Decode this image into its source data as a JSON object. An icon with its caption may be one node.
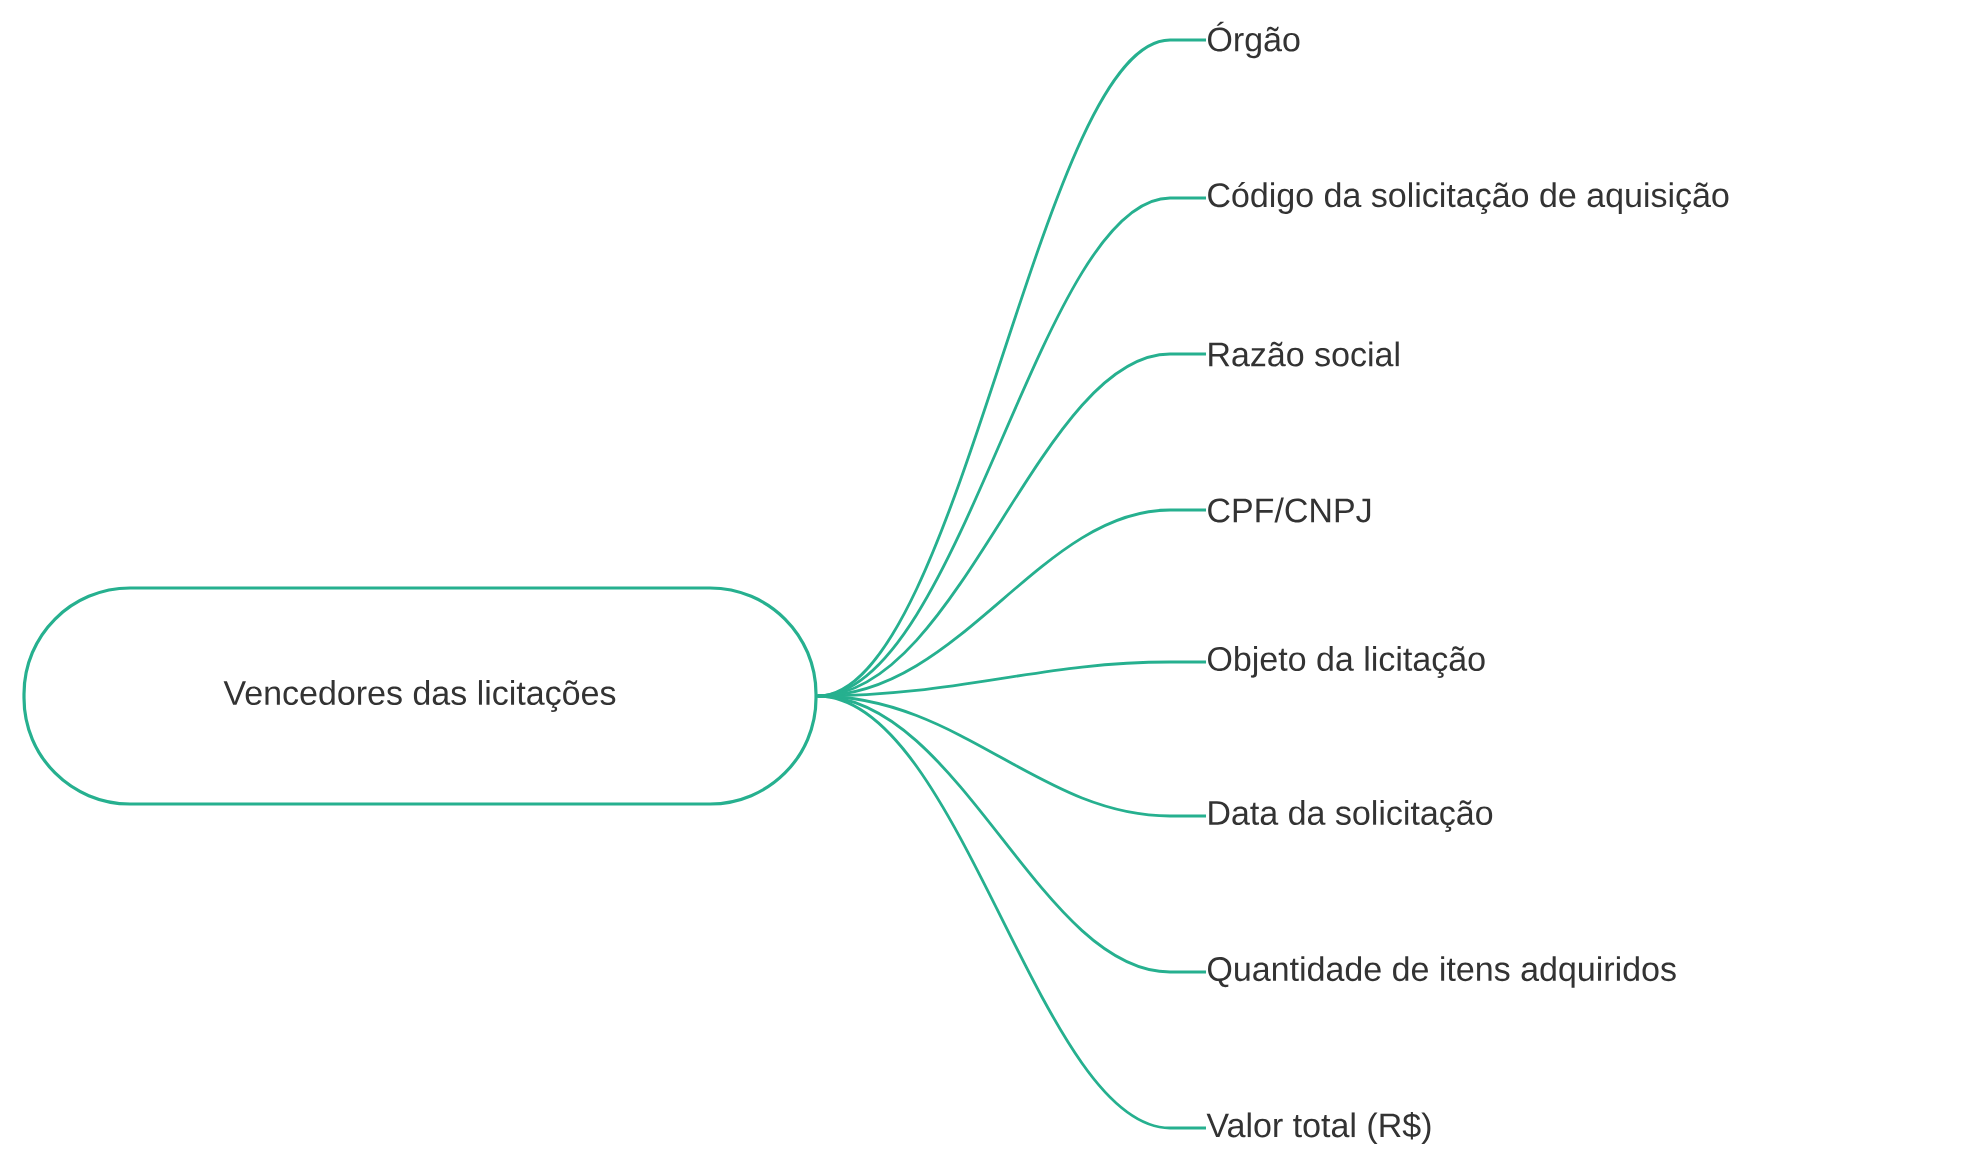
{
  "diagram": {
    "nodes": [
      {
        "text": [
          "Vencedores das licitações"
        ]
      },
      {
        "text": [
          "Órgão"
        ]
      },
      {
        "text": [
          "Código da solicitação de aquisição"
        ]
      },
      {
        "text": [
          "Razão social"
        ]
      },
      {
        "text": [
          "CPF/CNPJ"
        ]
      },
      {
        "text": [
          "Objeto da licitação"
        ]
      },
      {
        "text": [
          "Data da solicitação"
        ]
      },
      {
        "text": [
          "Quantidade de itens adquiridos"
        ]
      },
      {
        "text": [
          "Valor total (R$)"
        ]
      }
    ],
    "edges": [
      {
        "from": 0,
        "to": 1,
        "arrow": "none"
      },
      {
        "from": 0,
        "to": 2,
        "arrow": "none"
      },
      {
        "from": 0,
        "to": 3,
        "arrow": "none"
      },
      {
        "from": 0,
        "to": 4,
        "arrow": "none"
      },
      {
        "from": 0,
        "to": 5,
        "arrow": "none"
      },
      {
        "from": 0,
        "to": 6,
        "arrow": "none"
      },
      {
        "from": 0,
        "to": 7,
        "arrow": "none"
      },
      {
        "from": 0,
        "to": 8,
        "arrow": "none"
      }
    ]
  }
}
